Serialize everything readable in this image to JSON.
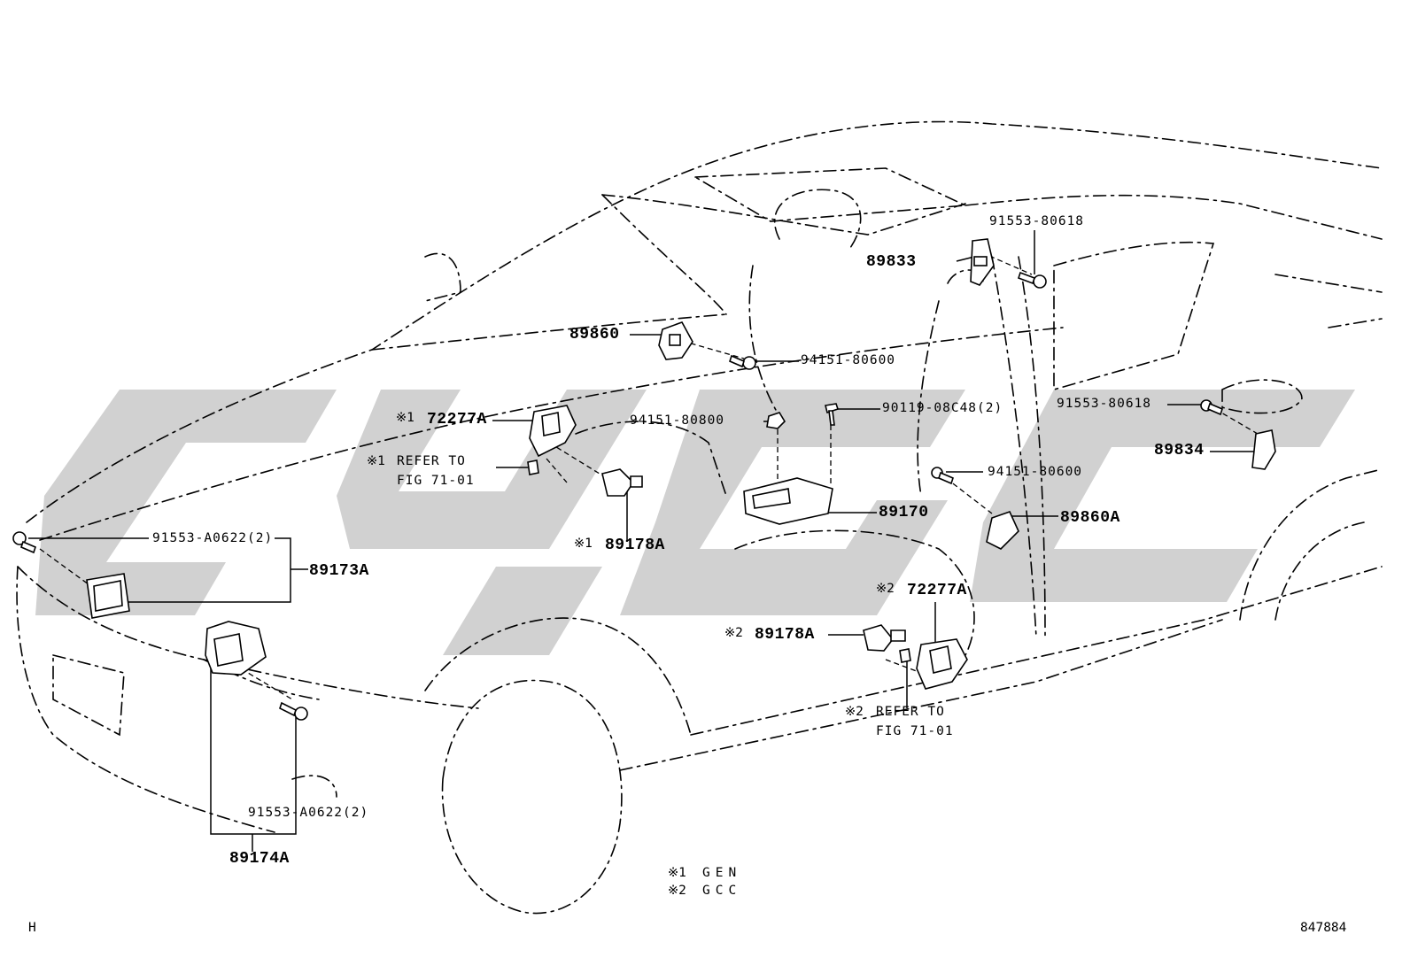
{
  "diagram": {
    "parts": {
      "p89833": "89833",
      "p91553_80618_top": "91553-80618",
      "p89860": "89860",
      "p94151_80600_top": "94151-80600",
      "p72277a_1": "72277A",
      "p94151_80800": "94151-80800",
      "p90119": "90119-08C48(2)",
      "p91553_80618_right": "91553-80618",
      "p89834": "89834",
      "p94151_80600_right": "94151-80600",
      "p89860a": "89860A",
      "p89170": "89170",
      "p91553_a0622_top": "91553-A0622(2)",
      "p89173a": "89173A",
      "p89178a_1": "89178A",
      "p72277a_2": "72277A",
      "p89178a_2": "89178A",
      "p91553_a0622_bottom": "91553-A0622(2)",
      "p89174a": "89174A"
    },
    "notes": {
      "mark1": "※1",
      "mark2": "※2",
      "refer_to": "REFER TO",
      "fig_ref": "FIG 71-01"
    },
    "legend": {
      "item1_mark": "※1",
      "item1_text": "GEN",
      "item2_mark": "※2",
      "item2_text": "GCC"
    },
    "footer": {
      "corner_letter": "H",
      "diagram_number": "847884"
    },
    "colors": {
      "line": "#000000",
      "watermark": "#c9c9c9",
      "background": "#ffffff"
    }
  }
}
